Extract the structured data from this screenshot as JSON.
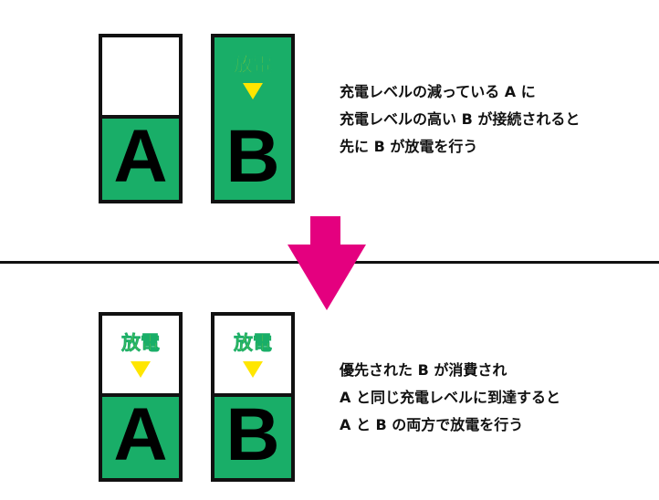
{
  "top": {
    "battery_a": {
      "label": "A",
      "state": "partial"
    },
    "battery_b": {
      "label": "B",
      "state": "full",
      "discharge": "放電"
    },
    "description": [
      "充電レベルの減っている A に",
      "充電レベルの高い B が接続されると",
      "先に B が放電を行う"
    ]
  },
  "bottom": {
    "battery_a": {
      "label": "A",
      "discharge": "放電"
    },
    "battery_b": {
      "label": "B",
      "discharge": "放電"
    },
    "description": [
      "優先された B が消費され",
      "A と同じ充電レベルに到達すると",
      "A と B の両方で放電を行う"
    ]
  },
  "colors": {
    "battery_green": "#19ae68",
    "discharge_yellow": "#ffe600",
    "arrow_pink": "#e4007f"
  }
}
